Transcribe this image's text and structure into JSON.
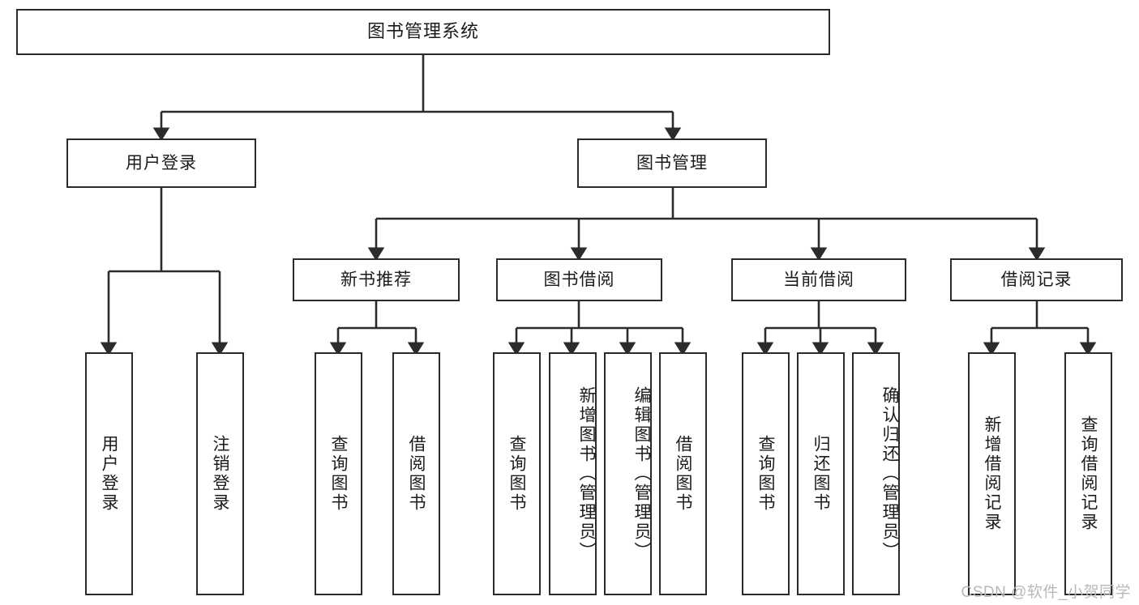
{
  "diagram": {
    "title": "图书管理系统",
    "type": "hierarchy-tree",
    "watermark": "CSDN @软件_小贺同学",
    "colors": {
      "box_border": "#2b2b2b",
      "box_fill": "#ffffff",
      "connector": "#2b2b2b",
      "text": "#1b1b1b",
      "watermark": "#b9b9b9",
      "background": "#ffffff"
    },
    "root": {
      "label": "图书管理系统"
    },
    "level2": [
      {
        "id": "user-login",
        "label": "用户登录"
      },
      {
        "id": "book-manage",
        "label": "图书管理"
      }
    ],
    "level3": [
      {
        "id": "new-book-recommend",
        "label": "新书推荐",
        "parent": "book-manage"
      },
      {
        "id": "book-borrow",
        "label": "图书借阅",
        "parent": "book-manage"
      },
      {
        "id": "current-borrow",
        "label": "当前借阅",
        "parent": "book-manage"
      },
      {
        "id": "borrow-record",
        "label": "借阅记录",
        "parent": "book-manage"
      }
    ],
    "leaves": [
      {
        "id": "leaf-user-login",
        "label": "用户登录",
        "parent": "user-login"
      },
      {
        "id": "leaf-user-logout",
        "label": "注销登录",
        "parent": "user-login"
      },
      {
        "id": "leaf-query-book-1",
        "label": "查询图书",
        "parent": "new-book-recommend"
      },
      {
        "id": "leaf-borrow-book-1",
        "label": "借阅图书",
        "parent": "new-book-recommend"
      },
      {
        "id": "leaf-query-book-2",
        "label": "查询图书",
        "parent": "book-borrow"
      },
      {
        "id": "leaf-add-book",
        "label": "新增图书（管理员）",
        "parent": "book-borrow"
      },
      {
        "id": "leaf-edit-book",
        "label": "编辑图书（管理员）",
        "parent": "book-borrow"
      },
      {
        "id": "leaf-borrow-book-2",
        "label": "借阅图书",
        "parent": "book-borrow"
      },
      {
        "id": "leaf-query-book-3",
        "label": "查询图书",
        "parent": "current-borrow"
      },
      {
        "id": "leaf-return-book",
        "label": "归还图书",
        "parent": "current-borrow"
      },
      {
        "id": "leaf-confirm-return",
        "label": "确认归还（管理员）",
        "parent": "current-borrow"
      },
      {
        "id": "leaf-add-record",
        "label": "新增借阅记录",
        "parent": "borrow-record"
      },
      {
        "id": "leaf-query-record",
        "label": "查询借阅记录",
        "parent": "borrow-record"
      }
    ]
  }
}
